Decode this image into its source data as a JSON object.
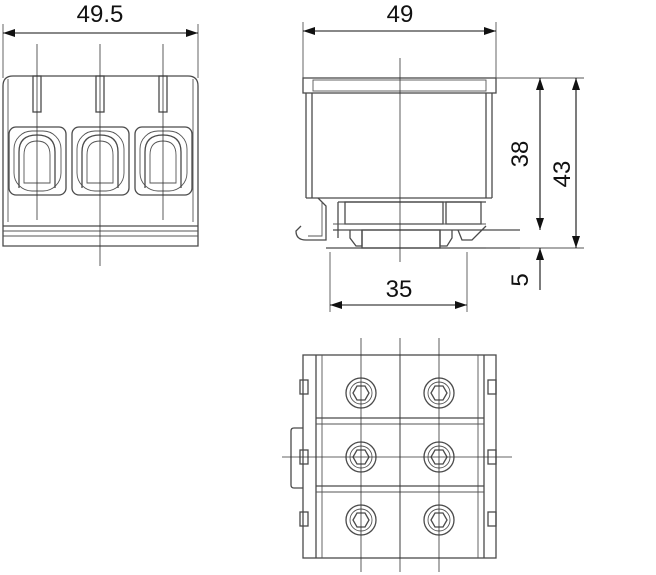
{
  "dimensions": {
    "front_width": "49.5",
    "side_width": "49",
    "height_inner": "38",
    "height_outer": "43",
    "rail_offset": "5",
    "base_width": "35"
  }
}
